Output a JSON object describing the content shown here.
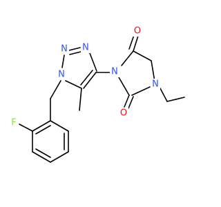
{
  "structure": {
    "atoms": [
      {
        "id": "n1",
        "label": "N",
        "color": "#3050F8"
      },
      {
        "id": "n2",
        "label": "N",
        "color": "#3050F8"
      },
      {
        "id": "n3",
        "label": "N",
        "color": "#3050F8"
      },
      {
        "id": "n4",
        "label": "N",
        "color": "#3050F8"
      },
      {
        "id": "n5",
        "label": "N",
        "color": "#3050F8"
      },
      {
        "id": "o1",
        "label": "O",
        "color": "#FF0D0D"
      },
      {
        "id": "o2",
        "label": "O",
        "color": "#FF0D0D"
      },
      {
        "id": "f1",
        "label": "F",
        "color": "#90E050"
      }
    ]
  }
}
